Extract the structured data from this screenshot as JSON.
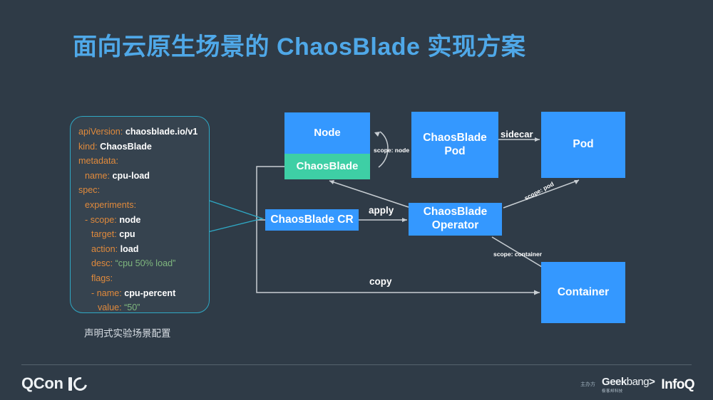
{
  "slide": {
    "title": "面向云原生场景的 ChaosBlade 实现方案",
    "background_color": "#2f3b47",
    "title_color": "#4fa8e8"
  },
  "code_panel": {
    "caption": "声明式实验场景配置",
    "border_color": "#2fa8c4",
    "background_color": "#36434f",
    "key_color": "#e08a3c",
    "value_color": "#ffffff",
    "string_color": "#7fb77e",
    "lines": [
      {
        "indent": 0,
        "key": "apiVersion:",
        "value": "chaosblade.io/v1",
        "value_type": "plain"
      },
      {
        "indent": 0,
        "key": "kind:",
        "value": "ChaosBlade",
        "value_type": "plain"
      },
      {
        "indent": 0,
        "key": "metadata:",
        "value": "",
        "value_type": "none"
      },
      {
        "indent": 1,
        "key": "name:",
        "value": "cpu-load",
        "value_type": "plain"
      },
      {
        "indent": 0,
        "key": "spec:",
        "value": "",
        "value_type": "none"
      },
      {
        "indent": 1,
        "key": "experiments:",
        "value": "",
        "value_type": "none"
      },
      {
        "indent": 1,
        "key": "- scope:",
        "value": "node",
        "value_type": "plain"
      },
      {
        "indent": 2,
        "key": "target:",
        "value": "cpu",
        "value_type": "plain"
      },
      {
        "indent": 2,
        "key": "action:",
        "value": "load",
        "value_type": "plain"
      },
      {
        "indent": 2,
        "key": "desc:",
        "value": "“cpu 50% load”",
        "value_type": "string"
      },
      {
        "indent": 2,
        "key": "flags:",
        "value": "",
        "value_type": "none"
      },
      {
        "indent": 2,
        "key": "- name:",
        "value": "cpu-percent",
        "value_type": "plain"
      },
      {
        "indent": 3,
        "key": "value:",
        "value": "“50”",
        "value_type": "string"
      }
    ]
  },
  "diagram": {
    "box_color": "#3498ff",
    "accent_color": "#3ecfa5",
    "wire_color": "#c8ced3",
    "boxes": {
      "node": "Node",
      "chaosblade": "ChaosBlade",
      "chaosblade_pod": "ChaosBlade\nPod",
      "pod": "Pod",
      "chaosblade_cr": "ChaosBlade CR",
      "chaosblade_operator": "ChaosBlade\nOperator",
      "container": "Container"
    },
    "edge_labels": {
      "scope_node": "scope: node",
      "sidecar": "sidecar",
      "apply": "apply",
      "scope_pod": "scope: pod",
      "scope_container": "scope: container",
      "copy": "copy"
    }
  },
  "footer": {
    "qcon": "QCon",
    "sponsor_prefix": "主办方",
    "geekbang_bold": "Geek",
    "geekbang_light": "bang",
    "geekbang_sub": "极客邦科技",
    "infoq": "InfoQ"
  }
}
